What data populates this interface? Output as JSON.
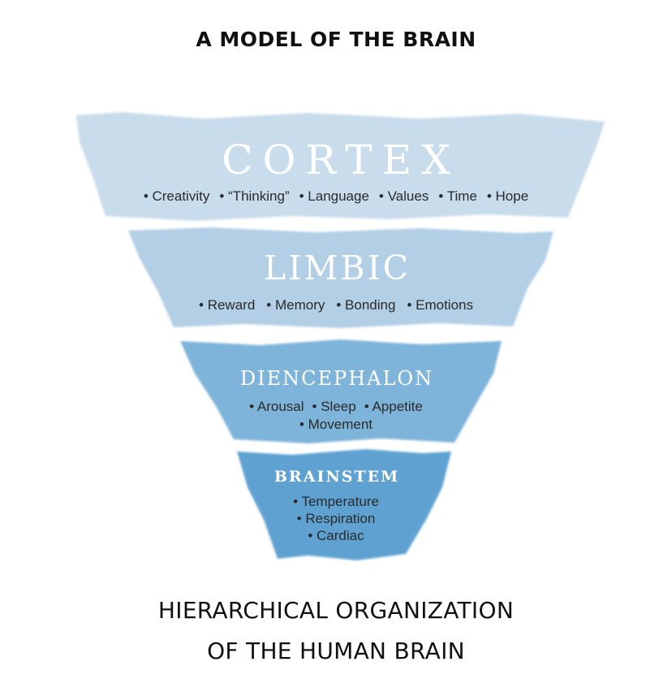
{
  "title": "A MODEL OF THE BRAIN",
  "caption": {
    "line1": "HIERARCHICAL ORGANIZATION",
    "line2": "OF THE HUMAN BRAIN"
  },
  "colors": {
    "cortex": "#c9dcec",
    "limbic": "#b2cfe6",
    "diencephalon": "#7fb4da",
    "brainstem": "#5fa2d2"
  },
  "layers": [
    {
      "name": "CORTEX",
      "items": [
        "• Creativity",
        "• “Thinking”",
        "• Language",
        "• Values",
        "• Time",
        "• Hope"
      ]
    },
    {
      "name": "LIMBIC",
      "items": [
        "• Reward",
        "• Memory",
        "• Bonding",
        "• Emotions"
      ]
    },
    {
      "name": "DIENCEPHALON",
      "items": [
        "• Arousal",
        "• Sleep",
        "• Appetite",
        "• Movement"
      ]
    },
    {
      "name": "BRAINSTEM",
      "items": [
        "• Temperature",
        "• Respiration",
        "• Cardiac"
      ]
    }
  ]
}
